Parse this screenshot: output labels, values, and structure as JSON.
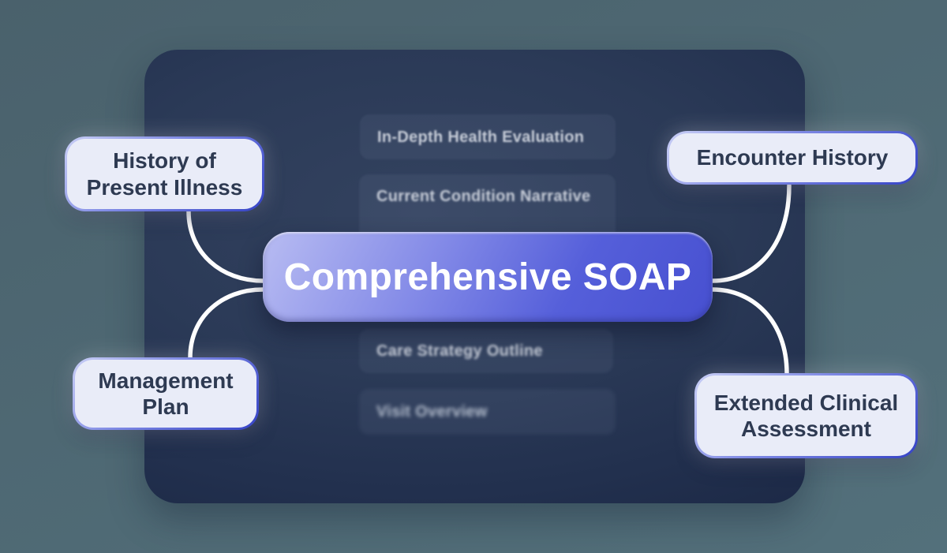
{
  "diagram": {
    "center": {
      "label": "Comprehensive SOAP"
    },
    "branches": [
      {
        "label": "History of Present Illness",
        "position": "top-left"
      },
      {
        "label": "Encounter History",
        "position": "top-right"
      },
      {
        "label": "Management Plan",
        "position": "bottom-left"
      },
      {
        "label": "Extended Clinical Assessment",
        "position": "bottom-right"
      }
    ],
    "background_items": [
      {
        "label": "In-Depth Health Evaluation"
      },
      {
        "label": "Current Condition Narrative"
      },
      {
        "label": "Care Strategy Outline"
      },
      {
        "label": "Visit Overview"
      }
    ]
  },
  "colors": {
    "page_background": "#4e6873",
    "panel_background_center": "#31405e",
    "panel_background_edge": "#17233f",
    "center_node_gradient_start": "#b8bcf2",
    "center_node_gradient_end": "#4750d0",
    "center_node_text": "#ffffff",
    "branch_background": "#e9ecf8",
    "branch_border_light": "#c9cff6",
    "branch_border_dark": "#3543c6",
    "branch_text": "#2e3a52",
    "connector": "#ffffff",
    "background_item_background": "rgba(186,203,232,0.07)",
    "background_item_text": "#c7cdd8"
  }
}
